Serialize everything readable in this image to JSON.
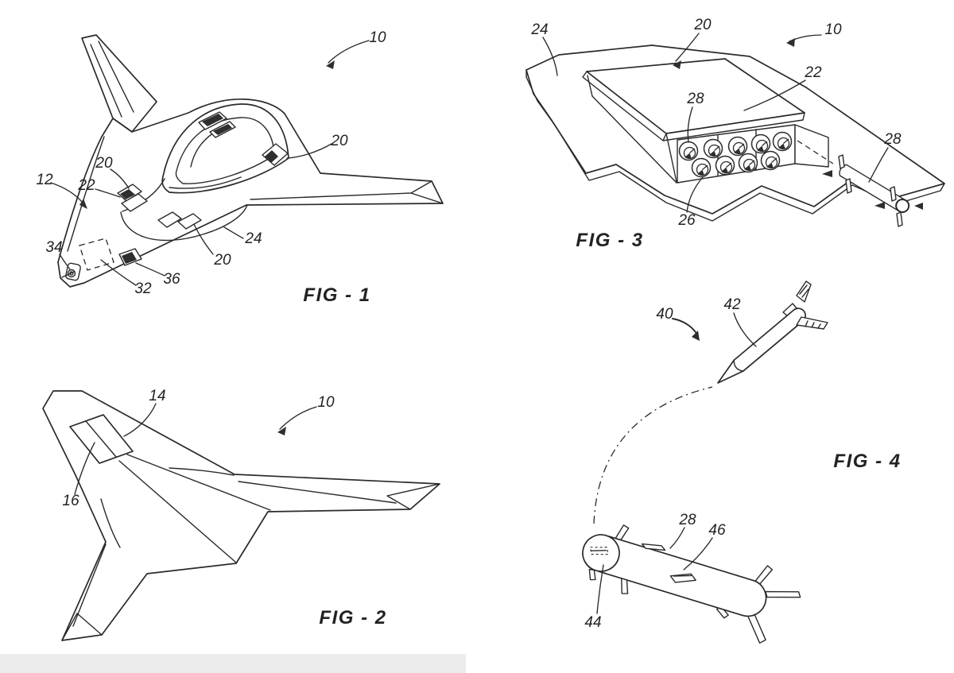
{
  "colors": {
    "ink": "#2a2a2a",
    "paper": "#ffffff",
    "scan_strip": "#ececec"
  },
  "figures": [
    {
      "caption": "FIG - 1",
      "labels": {
        "l10": "10",
        "l12": "12",
        "l20a": "20",
        "l20b": "20",
        "l20c": "20",
        "l22": "22",
        "l24": "24",
        "l32": "32",
        "l34": "34",
        "l36": "36"
      }
    },
    {
      "caption": "FIG - 2",
      "labels": {
        "l10": "10",
        "l14": "14",
        "l16": "16"
      }
    },
    {
      "caption": "FIG - 3",
      "labels": {
        "l10": "10",
        "l20": "20",
        "l22": "22",
        "l24": "24",
        "l26": "26",
        "l28a": "28",
        "l28b": "28"
      }
    },
    {
      "caption": "FIG - 4",
      "labels": {
        "l40": "40",
        "l42": "42",
        "l44": "44",
        "l46": "46",
        "l28": "28"
      }
    }
  ]
}
